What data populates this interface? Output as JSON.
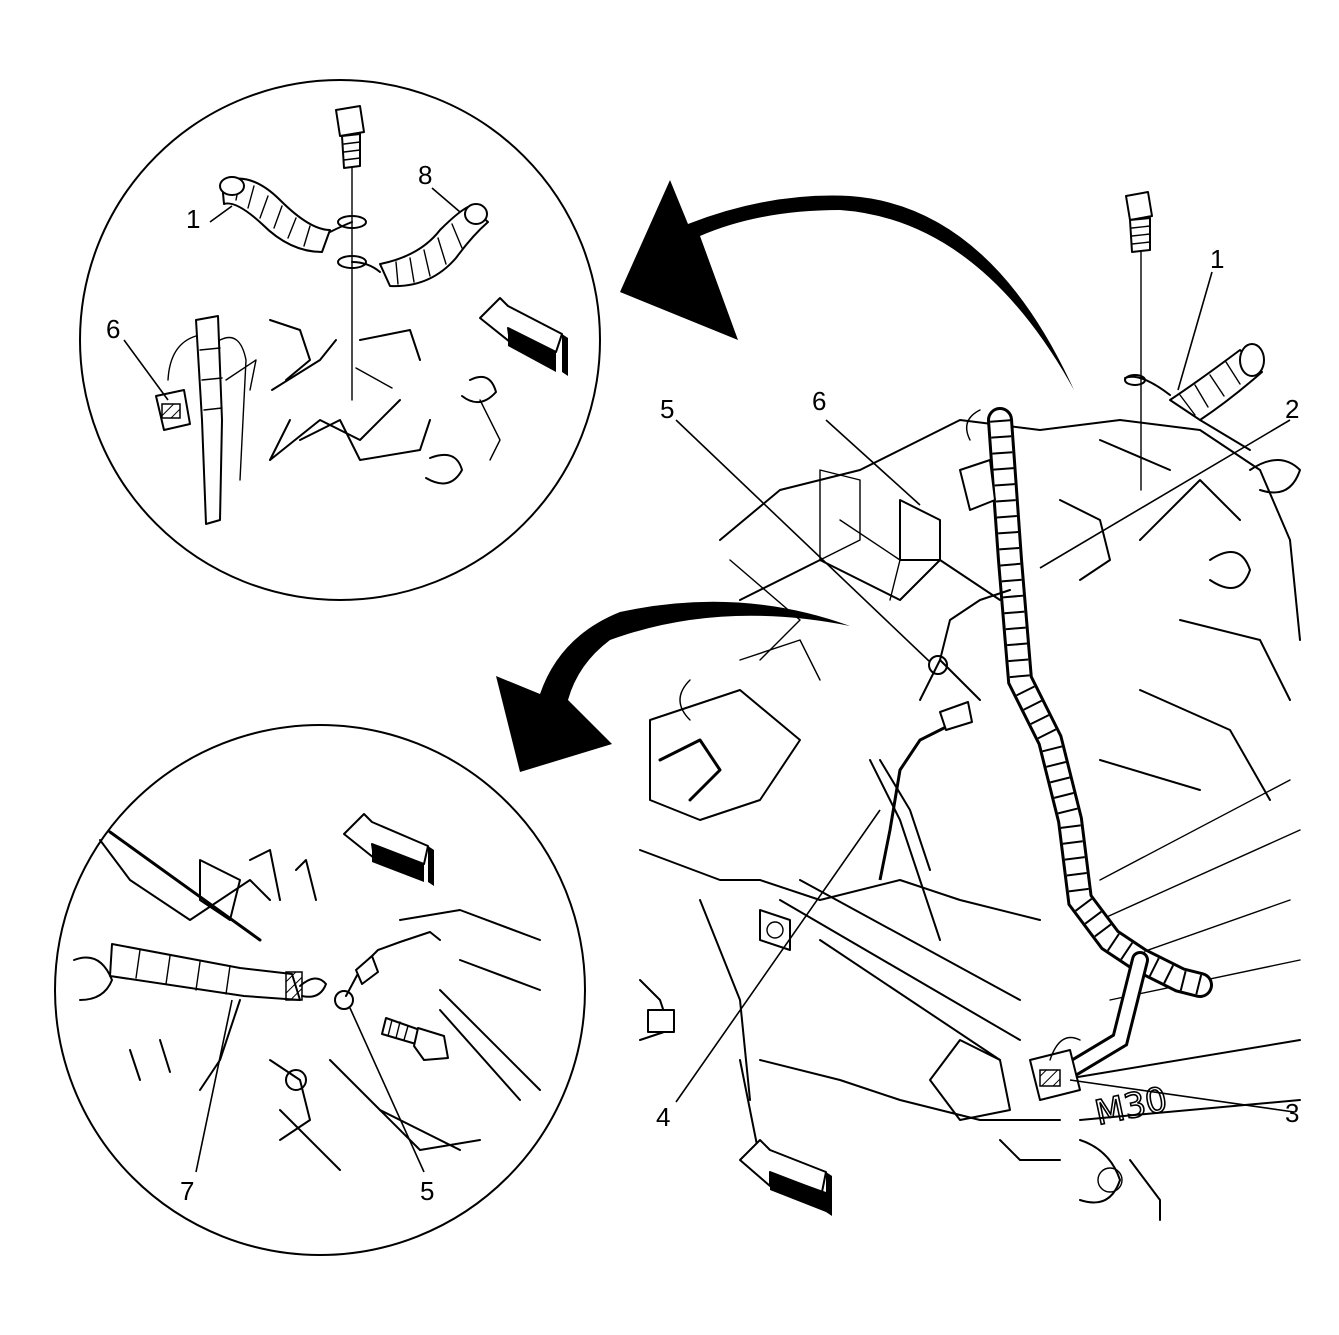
{
  "callouts": {
    "top_inset": {
      "c1": "1",
      "c8": "8",
      "c6": "6"
    },
    "main": {
      "c1": "1",
      "c2": "2",
      "c3": "3",
      "c4": "4",
      "c5": "5",
      "c6": "6"
    },
    "bottom_inset": {
      "c5": "5",
      "c7": "7"
    }
  },
  "stamp_text": "M30",
  "colors": {
    "line": "#000000",
    "background": "#ffffff"
  }
}
